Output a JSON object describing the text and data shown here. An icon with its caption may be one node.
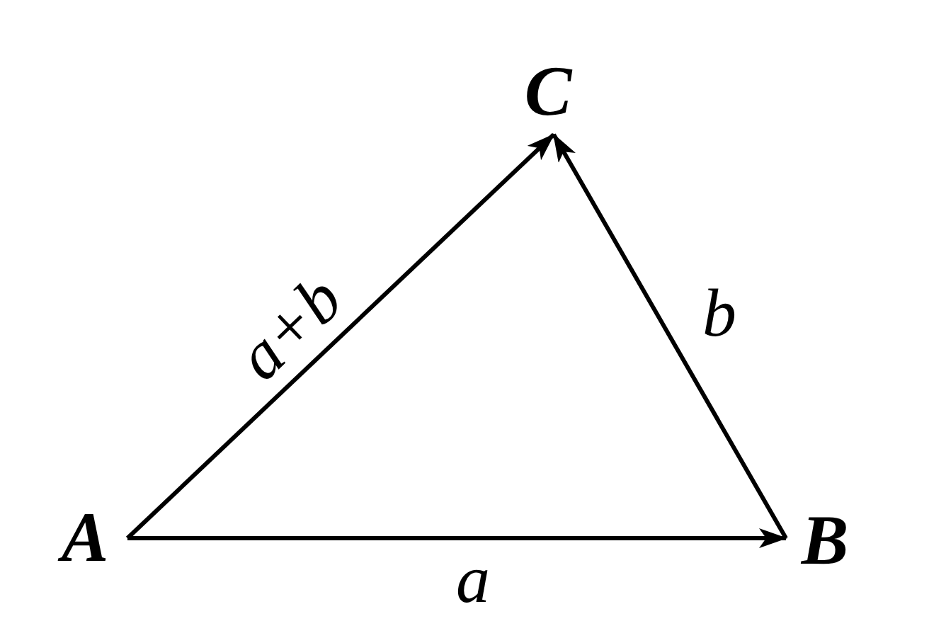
{
  "diagram": {
    "nodes": [
      {
        "text": [
          "A"
        ]
      },
      {
        "text": [
          "B"
        ]
      },
      {
        "text": [
          "C"
        ]
      }
    ],
    "edges": [
      {
        "from": 0,
        "to": 1,
        "arrow": "to",
        "label": "a"
      },
      {
        "from": 1,
        "to": 2,
        "arrow": "to",
        "label": "b"
      },
      {
        "from": 0,
        "to": 2,
        "arrow": "to",
        "label": "a+b"
      }
    ]
  }
}
